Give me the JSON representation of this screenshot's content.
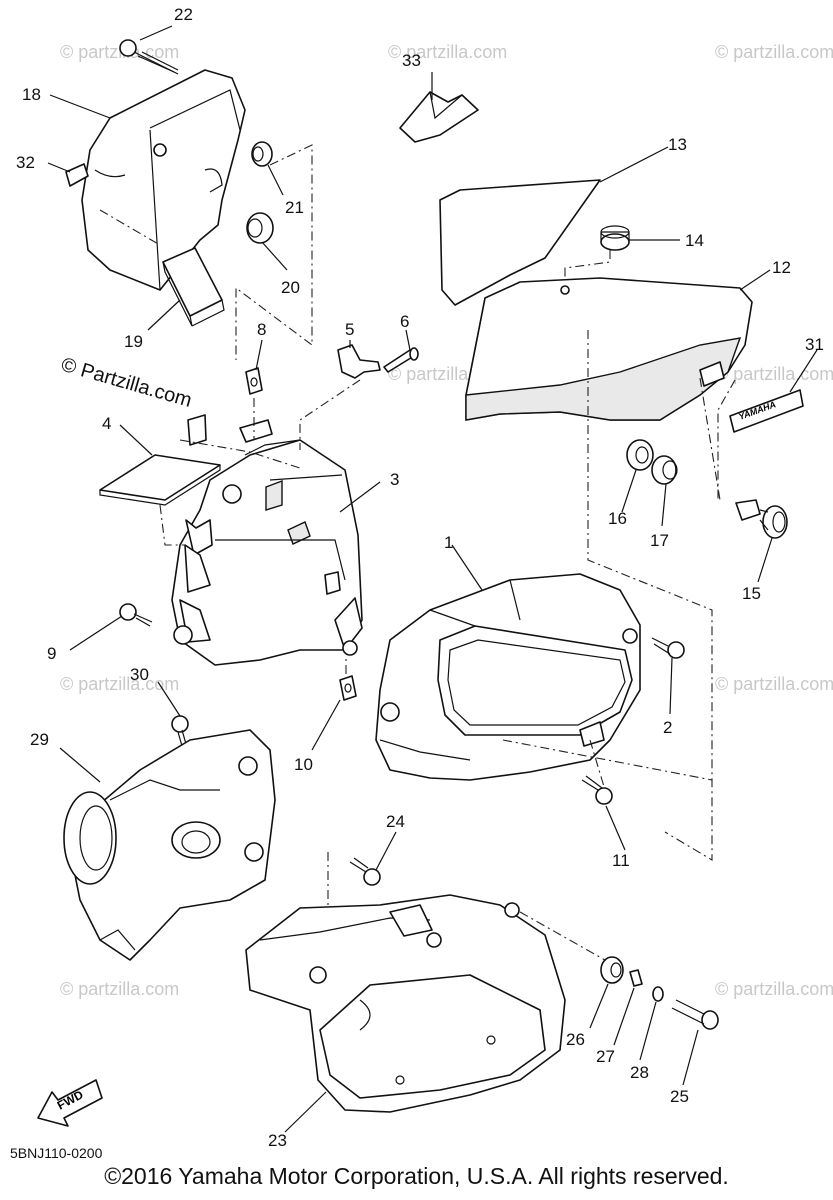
{
  "watermark": {
    "main": "© Partzilla.com",
    "faint": "© partzilla.com"
  },
  "diagram_code": "5BNJ110-0200",
  "fwd_label": "FWD",
  "decal_label": "YAMAHA",
  "copyright": "©2016  Yamaha Motor Corporation, U.S.A. All rights reserved.",
  "callouts": {
    "c1": "1",
    "c2": "2",
    "c3": "3",
    "c4": "4",
    "c5": "5",
    "c6": "6",
    "c8": "8",
    "c9": "9",
    "c10": "10",
    "c11": "11",
    "c12": "12",
    "c13": "13",
    "c14": "14",
    "c15": "15",
    "c16": "16",
    "c17": "17",
    "c18": "18",
    "c19": "19",
    "c20": "20",
    "c21": "21",
    "c22": "22",
    "c23": "23",
    "c24": "24",
    "c25": "25",
    "c26": "26",
    "c27": "27",
    "c28": "28",
    "c29": "29",
    "c30": "30",
    "c31": "31",
    "c32": "32",
    "c33": "33"
  }
}
